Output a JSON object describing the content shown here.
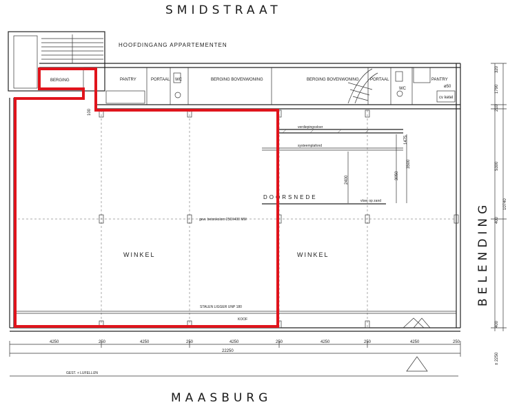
{
  "streets": {
    "top": "SMIDSTRAAT",
    "bottom": "MAASBURG",
    "right": "BELENDING"
  },
  "rooms": {
    "winkel_left": "WINKEL",
    "winkel_right": "WINKEL",
    "bergings": [
      "BERGING",
      "BERGING BOVENWONING",
      "BERGING BOVENWONING"
    ],
    "pantries": [
      "PANTRY",
      "PANTRY"
    ],
    "portaals": [
      "PORTAAL",
      "PORTAAL"
    ],
    "wcs": [
      "WC",
      "WC"
    ],
    "hoofdingang": "HOOFDINGANG APPARTEMENTEN",
    "cv": "cv ketel"
  },
  "section": {
    "title": "DOORSNEDE",
    "verdiepingsvloer": "verdiepingsvloer",
    "systeemplafond": "systeemplafond",
    "vloer": "vloer op zand"
  },
  "annotations": {
    "kolommen": "gew. betonkolom 250X400 MM",
    "ligger": "STALEN LIGGER UNP 180",
    "koof": "KOOF",
    "lufelijn": "GEST. + LUFELLIJN",
    "phi": "ø50"
  },
  "dimensions": {
    "bottom_spans": [
      "4250",
      "250",
      "4250",
      "250",
      "4250",
      "250",
      "4250",
      "250",
      "4250",
      "250"
    ],
    "total": "22250",
    "right_side": [
      "320",
      "1790",
      "210",
      "5300",
      "10740",
      "400",
      "400"
    ],
    "right_small": "100",
    "bottom_right": "± 2250",
    "section_dims": [
      "2400",
      "3050",
      "3500",
      "1475"
    ],
    "front_small": "100"
  },
  "highlight": {
    "color": "#e0141c"
  }
}
